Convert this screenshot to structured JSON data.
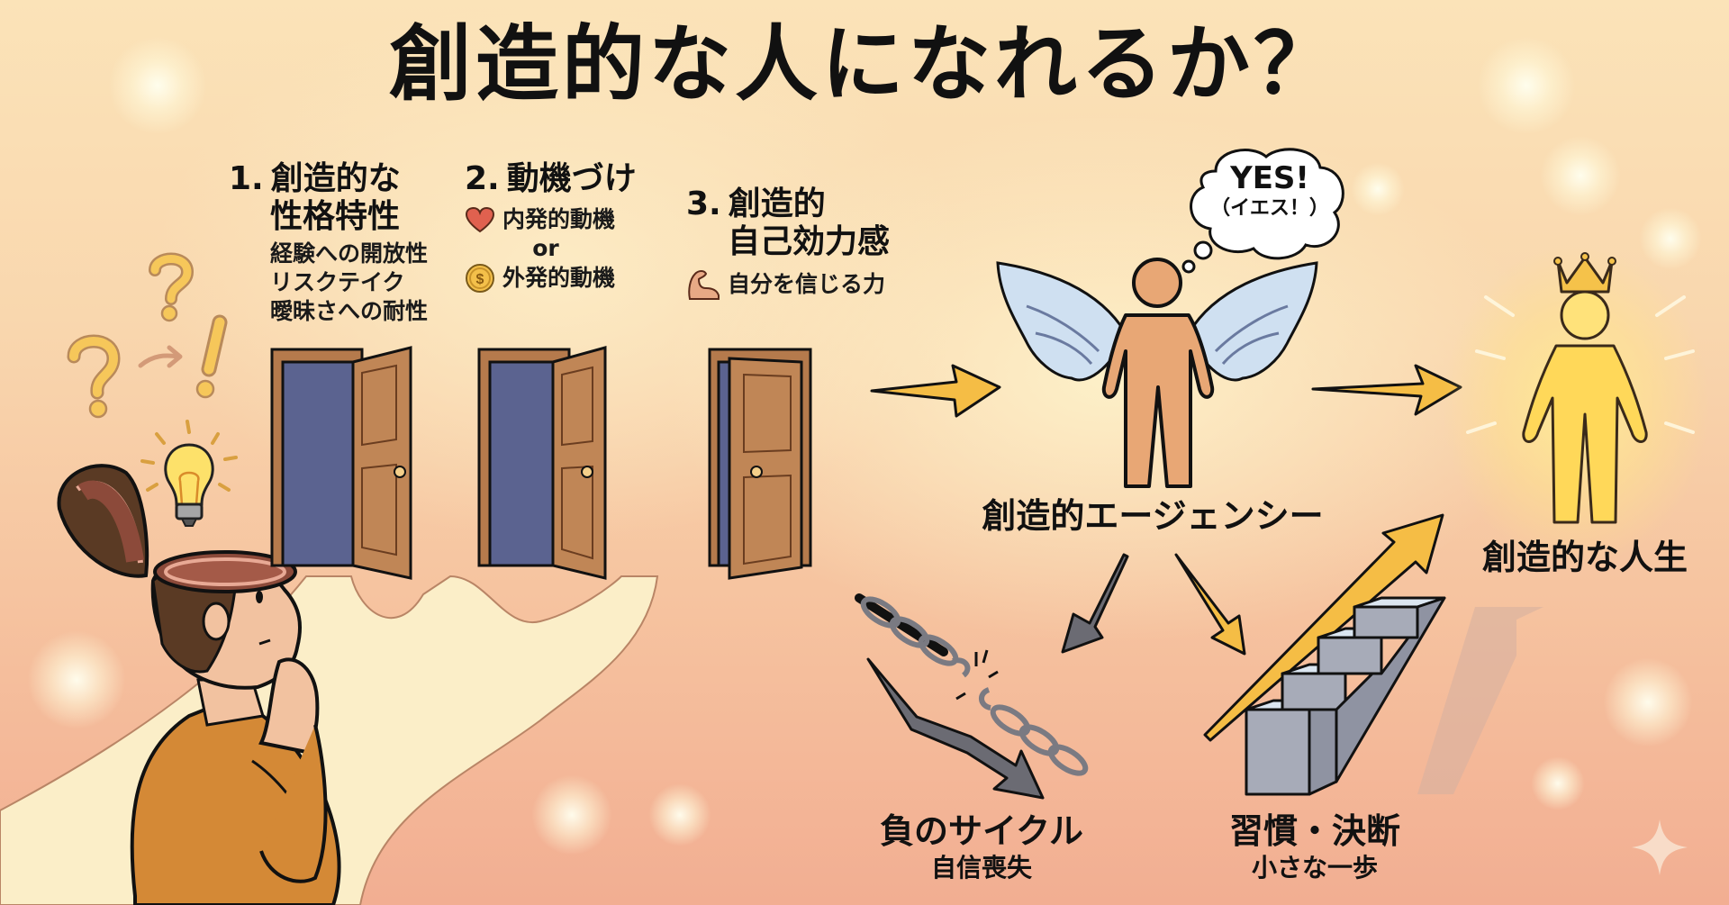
{
  "title": "創造的な人になれるか？",
  "colors": {
    "background_top": "#fbe3b8",
    "background_bottom": "#f2ae92",
    "door_frame": "#b57a4c",
    "door_opening": "#5b6390",
    "arrow_gold": "#f5bd45",
    "arrow_gray": "#6b6b73",
    "figure_skin": "#e8a775",
    "wing": "#cfe0f1",
    "glow_figure": "#ffd54a",
    "jacket": "#d48936",
    "hair": "#5a3a24"
  },
  "steps": [
    {
      "number": "1.",
      "title_line1": "創造的な",
      "title_line2": "性格特性",
      "items": [
        "経験への開放性",
        "リスクテイク",
        "曖昧さへの耐性"
      ]
    },
    {
      "number": "2.",
      "title_line1": "動機づけ",
      "items": [
        {
          "icon": "heart-icon",
          "label": "内発的動機"
        },
        {
          "connector": "or"
        },
        {
          "icon": "coin-icon",
          "label": "外発的動機"
        }
      ],
      "intrinsic_label": "内発的動機",
      "connector": "or",
      "extrinsic_label": "外発的動機"
    },
    {
      "number": "3.",
      "title_line1": "創造的",
      "title_line2": "自己効力感",
      "items": [
        {
          "icon": "flexed-arm-icon",
          "label": "自分を信じる力"
        }
      ],
      "belief_label": "自分を信じる力"
    }
  ],
  "thinker": {
    "symbols": [
      "?",
      "?",
      "→",
      "!"
    ],
    "icon": "light-bulb-icon"
  },
  "agency": {
    "label": "創造的エージェンシー",
    "thought_bubble": {
      "line1": "YES!",
      "line2": "（イエス！）"
    }
  },
  "outcome": {
    "label": "創造的な人生",
    "icon": "crown-icon"
  },
  "branches": {
    "negative": {
      "title": "負のサイクル",
      "subtitle": "自信喪失",
      "icon": "broken-chain-icon"
    },
    "positive": {
      "title": "習慣・決断",
      "subtitle": "小さな一歩",
      "icon": "stairs-icon"
    }
  },
  "watermark": {
    "icon": "sparkle-icon"
  }
}
